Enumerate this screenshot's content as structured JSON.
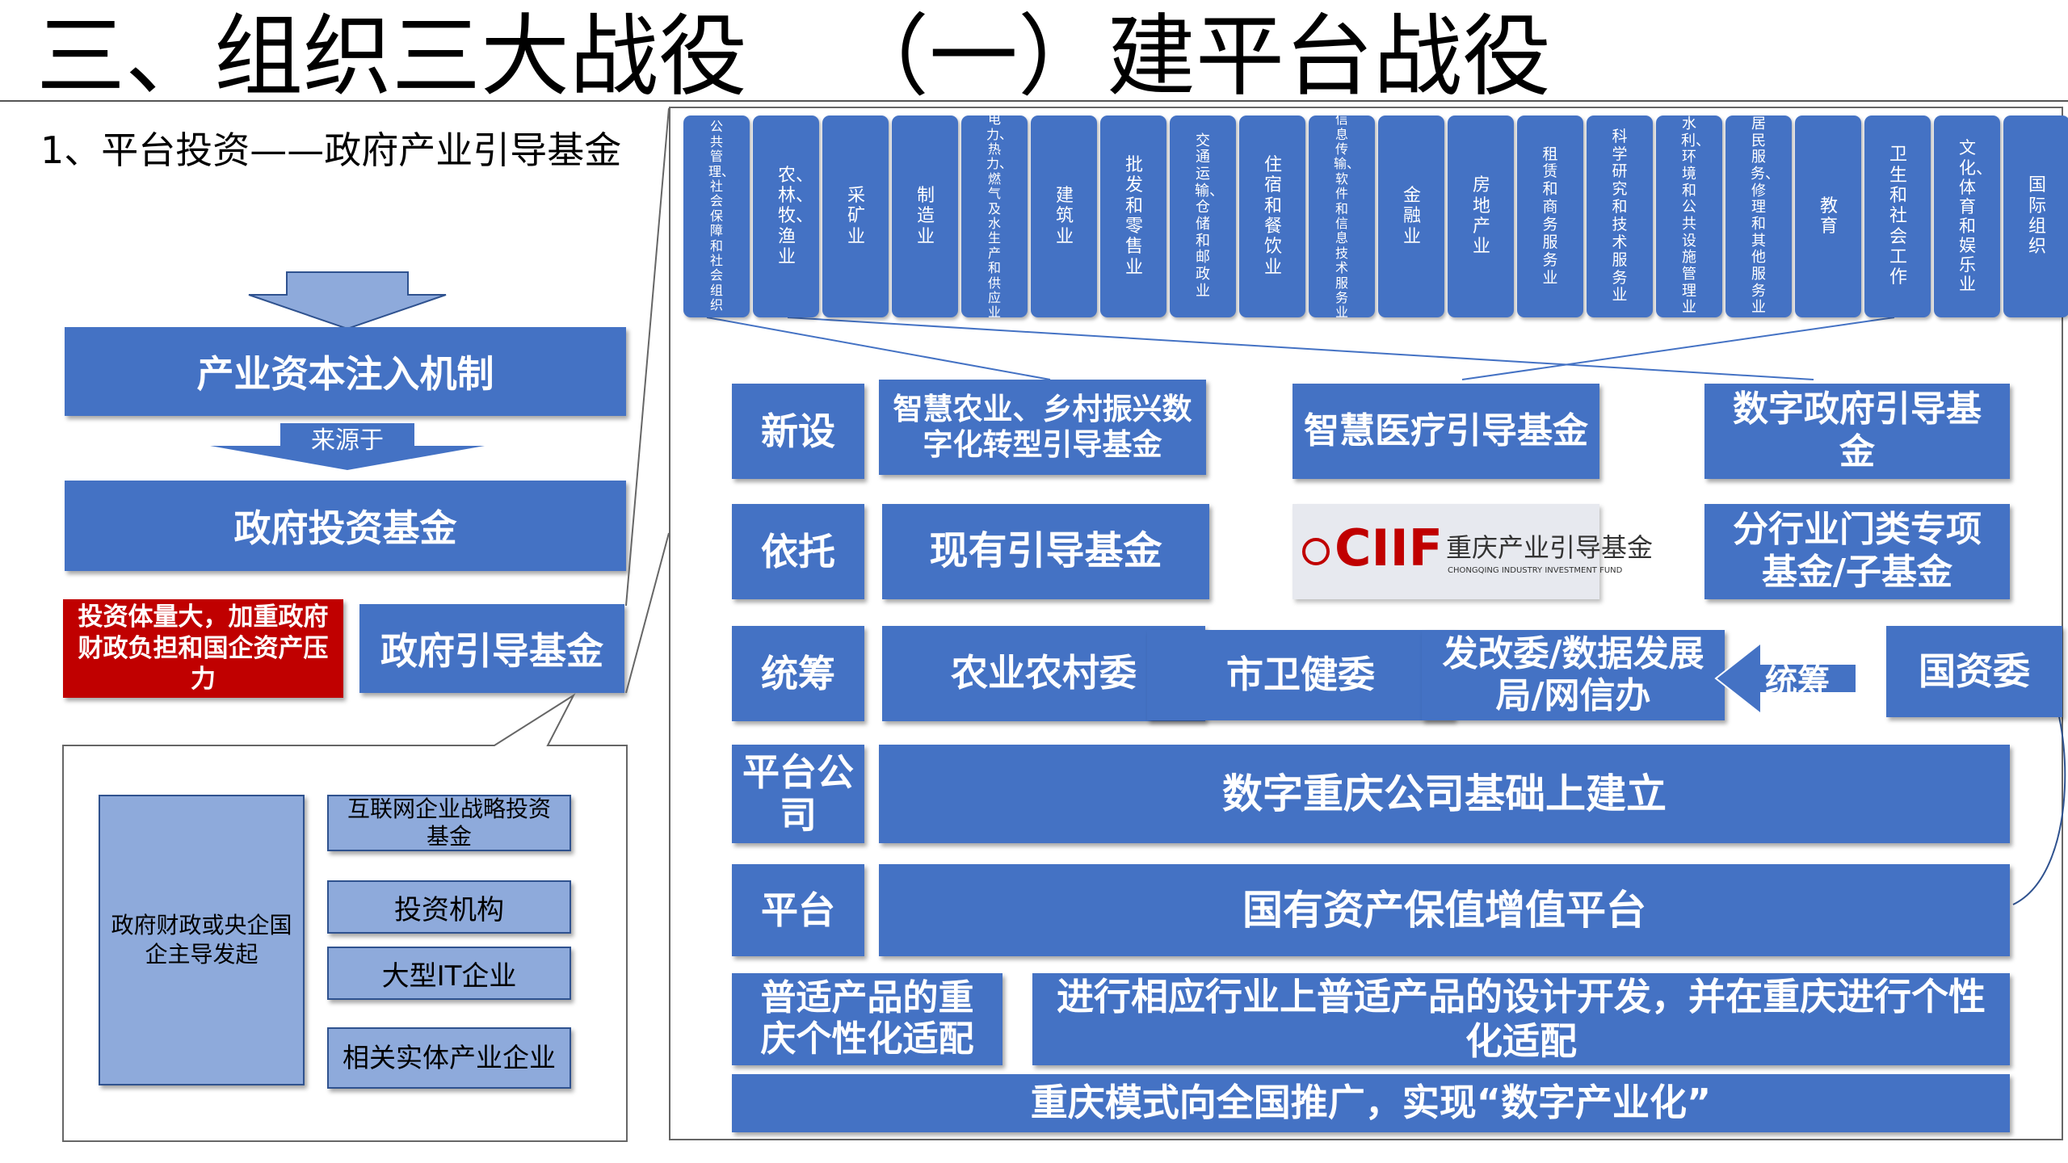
{
  "title": {
    "main": "三、组织三大战役",
    "sub": "（一）建平台战役"
  },
  "left": {
    "heading": "1、平台投资——政府产业引导基金",
    "mechanism": "产业资本注入机制",
    "source_label": "来源于",
    "gov_invest_fund": "政府投资基金",
    "pressure_note": "投资体量大，加重政府财政负担和国企资产压力",
    "gov_guide_fund": "政府引导基金",
    "initiator": "政府财政或央企国企主导发起",
    "participants": [
      "互联网企业战略投资基金",
      "投资机构",
      "大型IT企业",
      "相关实体产业企业"
    ]
  },
  "industries": [
    "公共管理、社会保障和社会组织",
    "农、林、牧、渔业",
    "采矿业",
    "制造业",
    "电力、热力、燃气及水生产和供应业",
    "建筑业",
    "批发和零售业",
    "交通运输、仓储和邮政业",
    "住宿和餐饮业",
    "信息传输、软件和信息技术服务业",
    "金融业",
    "房地产业",
    "租赁和商务服务业",
    "科学研究和技术服务业",
    "水利、环境和公共设施管理业",
    "居民服务、修理和其他服务业",
    "教育",
    "卫生和社会工作",
    "文化、体育和娱乐业",
    "国际组织"
  ],
  "rows": {
    "xinshe": {
      "label": "新设",
      "items": [
        "智慧农业、乡村振兴数字化转型引导基金",
        "智慧医疗引导基金",
        "数字政府引导基金"
      ]
    },
    "yituo": {
      "label": "依托",
      "existing": "现有引导基金",
      "logo_mark": "CIIF",
      "logo_cn": "重庆产业引导基金",
      "logo_en": "CHONGQING INDUSTRY INVESTMENT FUND",
      "sub": "分行业门类专项基金/子基金"
    },
    "tongchou": {
      "label": "统筹",
      "agri": "农业农村委",
      "health": "市卫健委",
      "ndrc": "发改委/数据发展局/网信办",
      "arrow_label": "统筹",
      "sasac": "国资委"
    },
    "platform_company": {
      "label": "平台公司",
      "text": "数字重庆公司基础上建立"
    },
    "platform": {
      "label": "平台",
      "text": "国有资产保值增值平台"
    },
    "adapt": {
      "label": "普适产品的重庆个性化适配",
      "text": "进行相应行业上普适产品的设计开发，并在重庆进行个性化适配"
    },
    "promote": "重庆模式向全国推广，实现“数字产业化”"
  },
  "colors": {
    "primary": "#4472c4",
    "light": "#8eaadb",
    "alert": "#c00000",
    "border": "#2f528f"
  }
}
